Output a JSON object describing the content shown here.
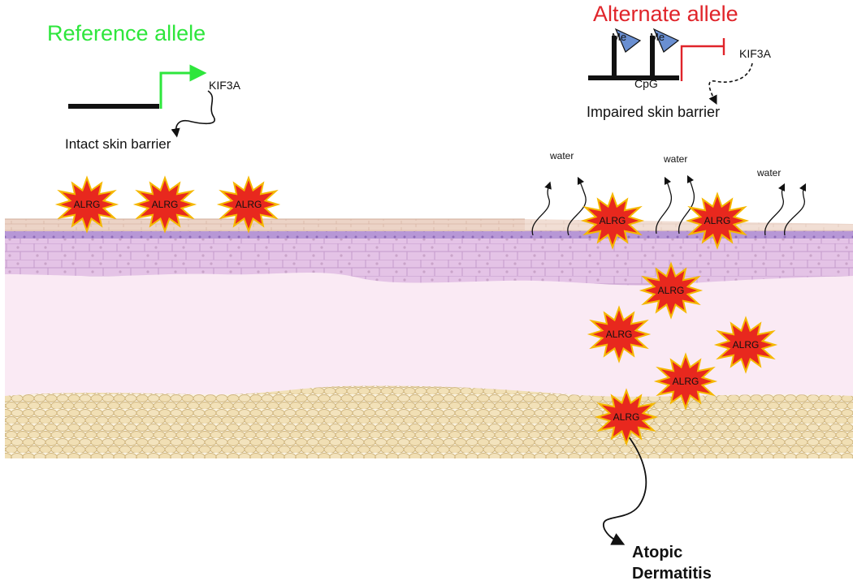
{
  "titles": {
    "reference": "Reference allele",
    "alternate": "Alternate allele"
  },
  "labels": {
    "kif3a_reference": "KIF3A",
    "kif3a_alternate": "KIF3A",
    "cpg": "CpG",
    "methyl": "Me",
    "intact_barrier": "Intact  skin barrier",
    "impaired_barrier": "Impaired skin barrier",
    "water": "water",
    "outcome_line1": "Atopic",
    "outcome_line2": "Dermatitis",
    "allergen": "ALRG"
  },
  "colors": {
    "reference": "#2ee63c",
    "alternate": "#e0242a",
    "allergen_fill": "#e8281e",
    "allergen_edge": "#f5b800",
    "stratum_corneum": "#ecd3c6",
    "epidermis": "#e6c6e8",
    "basal_band": "#b594d6",
    "dermis": "#faeaf4",
    "fat": "#f2e2bc"
  },
  "allergens": [
    {
      "id": "a1"
    },
    {
      "id": "a2"
    },
    {
      "id": "a3"
    },
    {
      "id": "a4"
    },
    {
      "id": "a5"
    },
    {
      "id": "a6"
    },
    {
      "id": "a7"
    },
    {
      "id": "a8"
    },
    {
      "id": "a9"
    },
    {
      "id": "a10"
    }
  ]
}
